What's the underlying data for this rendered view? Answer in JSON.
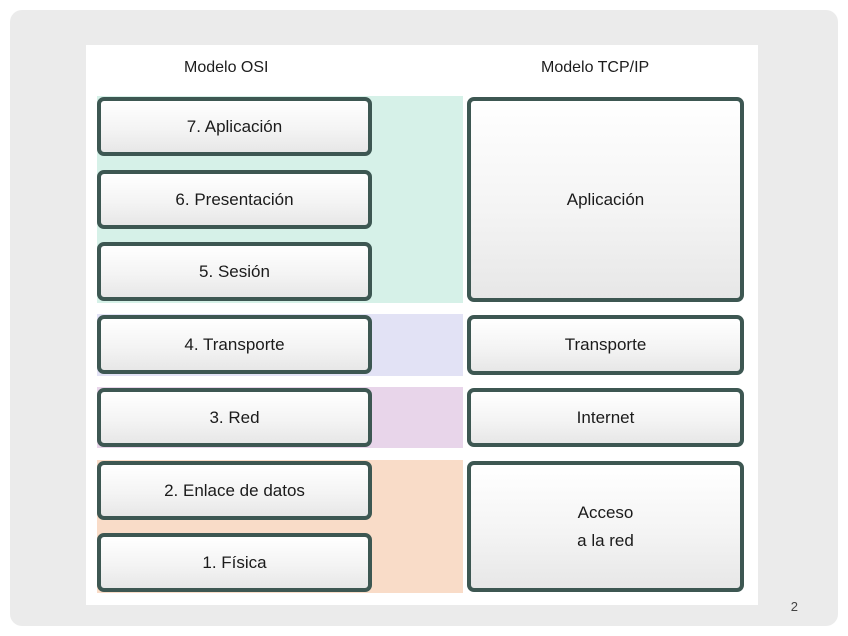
{
  "headers": {
    "osi": "Modelo OSI",
    "tcpip": "Modelo TCP/IP"
  },
  "osi_layers": [
    "7. Aplicación",
    "6. Presentación",
    "5. Sesión",
    "4. Transporte",
    "3. Red",
    "2. Enlace de datos",
    "1. Física"
  ],
  "tcpip_layers": [
    "Aplicación",
    "Transporte",
    "Internet",
    "Acceso\na la red"
  ],
  "colors": {
    "application_band": "#d6f1e8",
    "transport_band": "#e2e2f5",
    "internet_band": "#e8d5ea",
    "network_access_band": "#f9dcc8",
    "box_border": "#3d5752"
  },
  "slide_number": "2"
}
